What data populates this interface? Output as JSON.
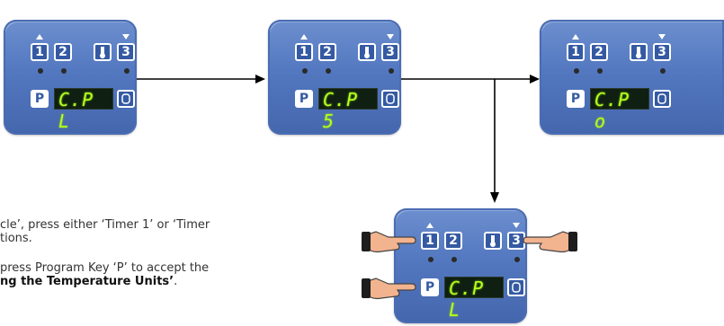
{
  "panels": {
    "p1": {
      "display": "C.P  L"
    },
    "p2": {
      "display": "C.P  5"
    },
    "p3": {
      "display": "C.P  o"
    },
    "p4": {
      "display": "C.P  L"
    }
  },
  "keys": {
    "timer1": "1",
    "timer2": "2",
    "timer3": "3",
    "program": "P"
  },
  "instructions": {
    "line1": "cle’, press either ‘Timer 1’ or ‘Timer",
    "line2": "tions.",
    "line3": "press Program Key ‘P’ to accept the",
    "line4_bold": "ng the Temperature Units’",
    "line4_tail": "."
  }
}
